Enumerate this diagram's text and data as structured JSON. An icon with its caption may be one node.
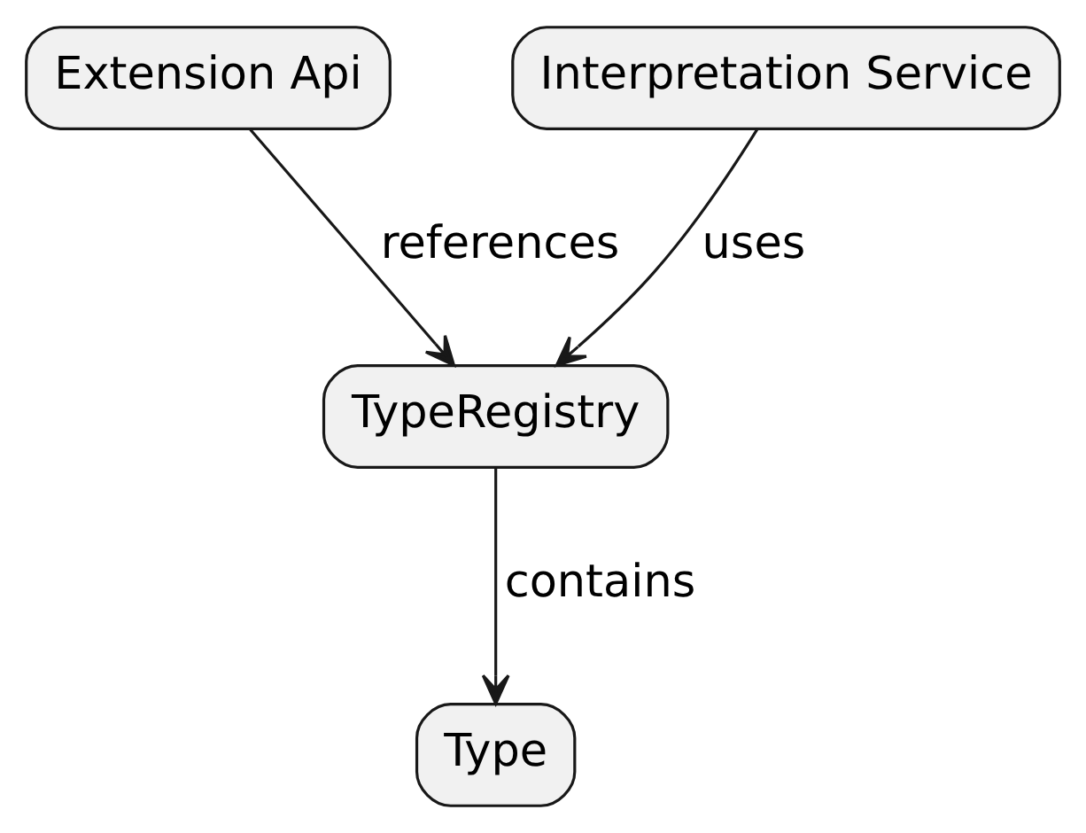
{
  "diagram": {
    "nodes": [
      {
        "text": [
          "Extension Api"
        ]
      },
      {
        "text": [
          "Interpretation Service"
        ]
      },
      {
        "text": [
          "TypeRegistry"
        ]
      },
      {
        "text": [
          "Type"
        ]
      }
    ],
    "edges": [
      {
        "from": 0,
        "to": 2,
        "arrow": "to",
        "label": "references"
      },
      {
        "from": 1,
        "to": 2,
        "arrow": "to",
        "label": "uses"
      },
      {
        "from": 2,
        "to": 3,
        "arrow": "to",
        "label": "contains"
      }
    ]
  }
}
